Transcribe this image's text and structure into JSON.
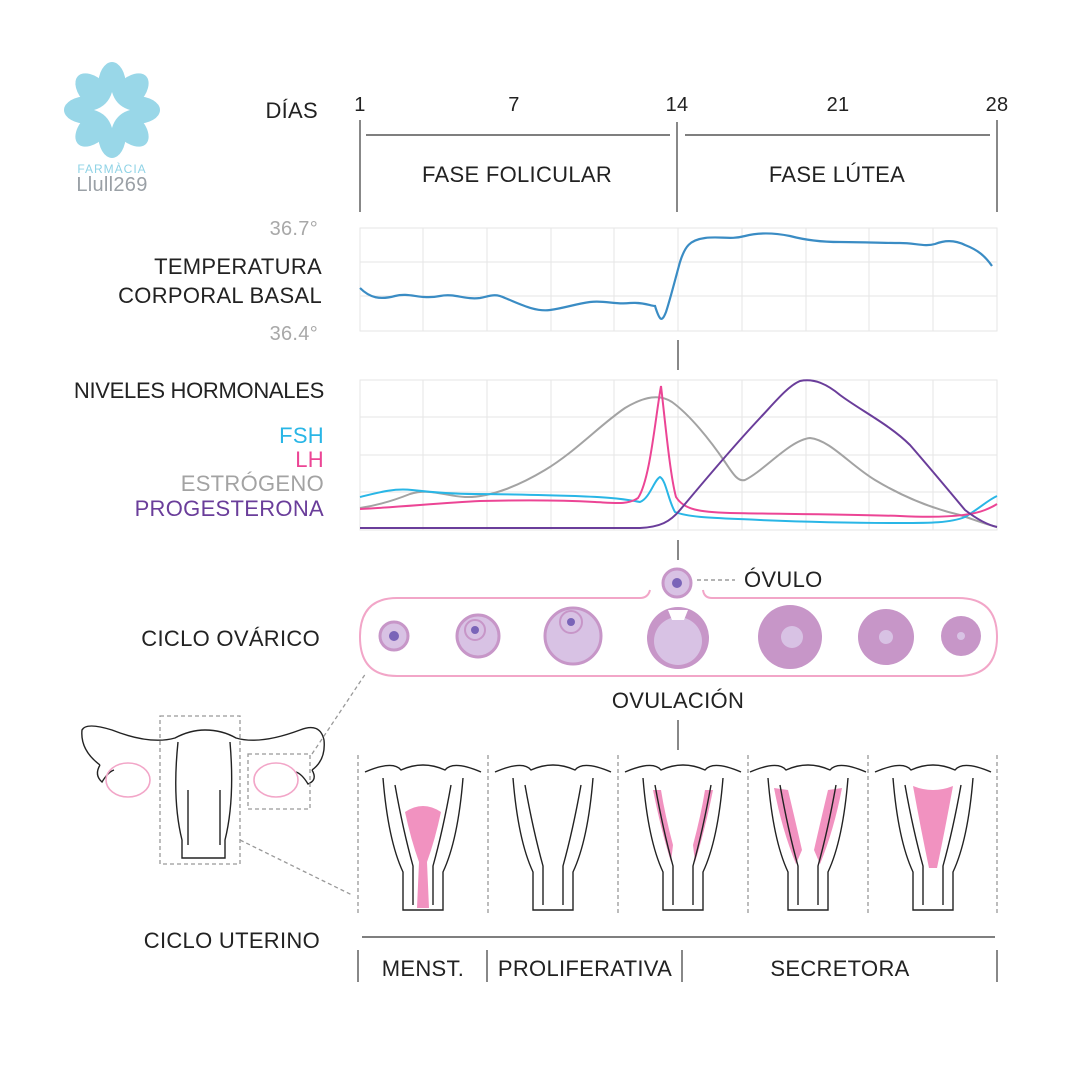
{
  "brand": {
    "line1": "FARMÀCIA",
    "line2": "Llull269"
  },
  "days": {
    "label": "DÍAS",
    "ticks": [
      "1",
      "7",
      "14",
      "21",
      "28"
    ]
  },
  "phases": {
    "follicular": "FASE FOLICULAR",
    "luteal": "FASE LÚTEA"
  },
  "temperature": {
    "label_line1": "TEMPERATURA",
    "label_line2": "CORPORAL BASAL",
    "max": "36.7°",
    "min": "36.4°"
  },
  "hormones": {
    "title": "NIVELES HORMONALES",
    "legend": [
      {
        "name": "FSH",
        "color": "#29b6e6"
      },
      {
        "name": "LH",
        "color": "#ec4595"
      },
      {
        "name": "ESTRÓGENO",
        "color": "#a3a3a3"
      },
      {
        "name": "PROGESTERONA",
        "color": "#6a3d9a"
      }
    ]
  },
  "ovarian": {
    "label": "CICLO OVÁRICO",
    "ovum": "ÓVULO",
    "ovulation": "OVULACIÓN"
  },
  "uterine": {
    "label": "CICLO UTERINO",
    "menst": "MENST.",
    "proliferative": "PROLIFERATIVA",
    "secretory": "SECRETORA"
  },
  "colors": {
    "temp": "#3a8cc4",
    "fsh": "#29b6e6",
    "lh": "#ec4595",
    "estrogen": "#a3a3a3",
    "progesterone": "#6a3d9a",
    "follicle": "#c796c8",
    "follicle_light": "#d8c2e4",
    "nucleus": "#7a64b8",
    "pink": "#f2a6c8",
    "pink_fill": "#ee7fb5",
    "logo": "#8fd3e6"
  }
}
